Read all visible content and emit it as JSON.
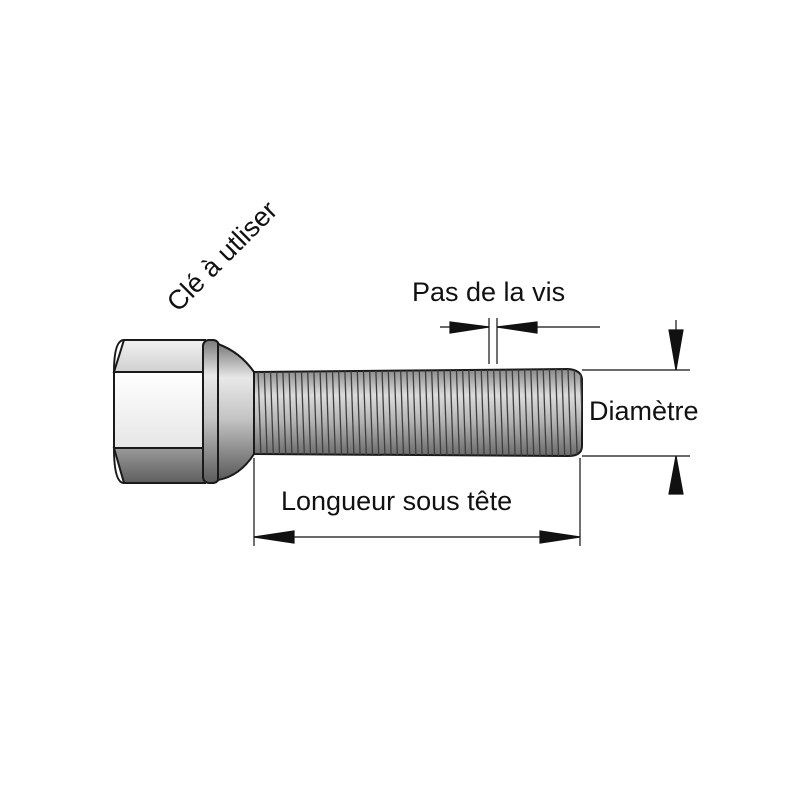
{
  "diagram": {
    "labels": {
      "wrench": "Clé à utliser",
      "thread_pitch": "Pas de la vis",
      "diameter": "Diamètre",
      "length_under_head": "Longueur sous tête"
    },
    "colors": {
      "outline": "#1a1a1a",
      "metal_light": "#eeeeee",
      "metal_mid": "#bdbdbd",
      "metal_dark": "#6e6e6e",
      "dimension_line": "#111111"
    }
  }
}
